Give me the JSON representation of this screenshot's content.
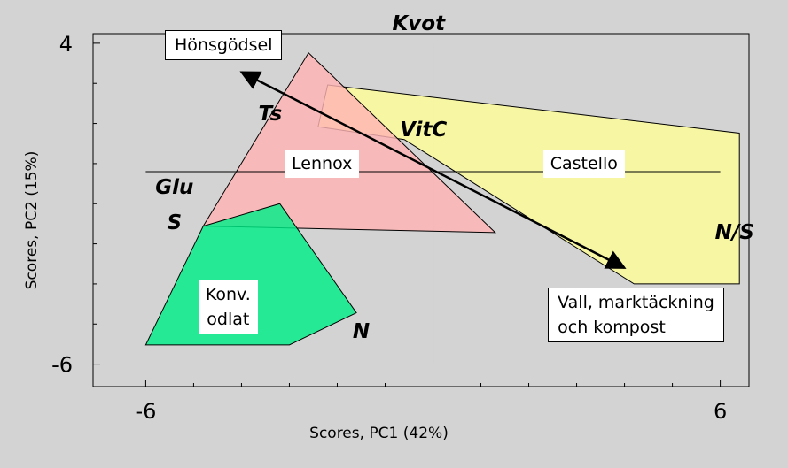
{
  "chart_data": {
    "type": "scatter",
    "xlabel": "Scores, PC1 (42%)",
    "ylabel": "Scores, PC2 (15%)",
    "xlim": [
      -7.1,
      6.6
    ],
    "ylim": [
      -6.7,
      4.3
    ],
    "x_ticks": [
      -6,
      6
    ],
    "y_ticks": [
      4,
      -6
    ],
    "reference_lines": {
      "x": 0,
      "y": 0
    },
    "regions": [
      {
        "name": "Castello",
        "color": "#ffff99",
        "points": [
          [
            -2.2,
            2.7
          ],
          [
            6.4,
            1.2
          ],
          [
            6.4,
            -3.5
          ],
          [
            4.2,
            -3.5
          ],
          [
            -0.6,
            1.0
          ],
          [
            -2.4,
            1.4
          ]
        ]
      },
      {
        "name": "Lennox",
        "color": "#ffb3b3",
        "points": [
          [
            -2.6,
            3.7
          ],
          [
            1.3,
            -1.9
          ],
          [
            -4.8,
            -1.7
          ]
        ]
      },
      {
        "name": "Konv. odlat",
        "color": "#00ee88",
        "points": [
          [
            -4.8,
            -1.7
          ],
          [
            -3.2,
            -1.0
          ],
          [
            -1.6,
            -4.4
          ],
          [
            -3.0,
            -5.4
          ],
          [
            -6.0,
            -5.4
          ]
        ]
      }
    ],
    "variables": [
      {
        "name": "Kvot",
        "x": -0.3,
        "y": 4.6
      },
      {
        "name": "Ts",
        "x": -3.4,
        "y": 1.8
      },
      {
        "name": "VitC",
        "x": -0.2,
        "y": 1.3
      },
      {
        "name": "Glu",
        "x": -5.4,
        "y": -0.5
      },
      {
        "name": "S",
        "x": -5.4,
        "y": -1.6
      },
      {
        "name": "N/S",
        "x": 6.3,
        "y": -1.9
      },
      {
        "name": "N",
        "x": -1.5,
        "y": -5.0
      }
    ],
    "annotations": [
      {
        "text": "Hönsgödsel",
        "boxed": true,
        "x": -5.6,
        "y": 4.4
      },
      {
        "text": "Lennox",
        "boxed": false,
        "x": -3.1,
        "y": 0.7
      },
      {
        "text": "Castello",
        "boxed": false,
        "x": 2.3,
        "y": 0.7
      },
      {
        "text": "Konv.\nodlat",
        "boxed": false,
        "x": -4.9,
        "y": -3.4
      },
      {
        "text": "Vall, marktäckning\noch kompost",
        "boxed": true,
        "x": 2.4,
        "y": -3.6
      }
    ],
    "arrow": {
      "from": [
        4.0,
        -3.0
      ],
      "to": [
        -4.0,
        3.1
      ],
      "double_headed": true
    }
  }
}
